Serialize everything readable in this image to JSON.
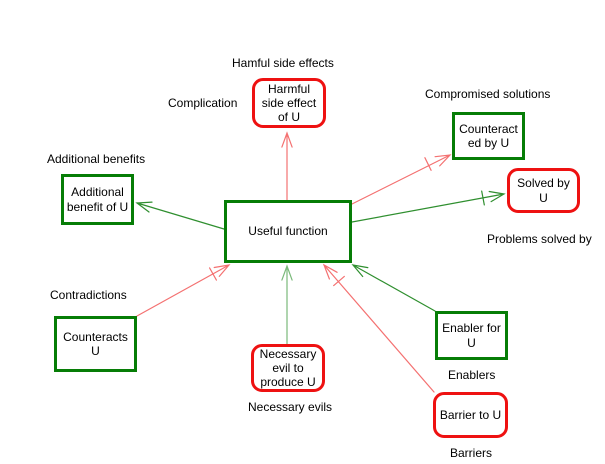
{
  "colors": {
    "green_border": "#067d06",
    "red_border": "#ee1111",
    "green_line": "#2f8f2f",
    "light_green_line": "#7ab97a",
    "red_line": "#f47171"
  },
  "nodes": {
    "useful_function": "Useful function",
    "harmful_side_effect": "Harmful\nside effect\nof U",
    "counteracted_by": "Counteract\ned by U",
    "solved_by": "Solved by\nU",
    "additional_benefit": "Additional\nbenefit of U",
    "counteracts": "Counteracts\nU",
    "necessary_evil": "Necessary\nevil to\nproduce U",
    "enabler_for": "Enabler for\nU",
    "barrier_to": "Barrier to U"
  },
  "labels": {
    "harmful_side_effects": "Hamful side effects",
    "complication": "Complication",
    "compromised_solutions": "Compromised solutions",
    "problems_solved_by": "Problems solved by",
    "additional_benefits": "Additional benefits",
    "contradictions": "Contradictions",
    "necessary_evils": "Necessary evils",
    "enablers": "Enablers",
    "barriers": "Barriers"
  }
}
